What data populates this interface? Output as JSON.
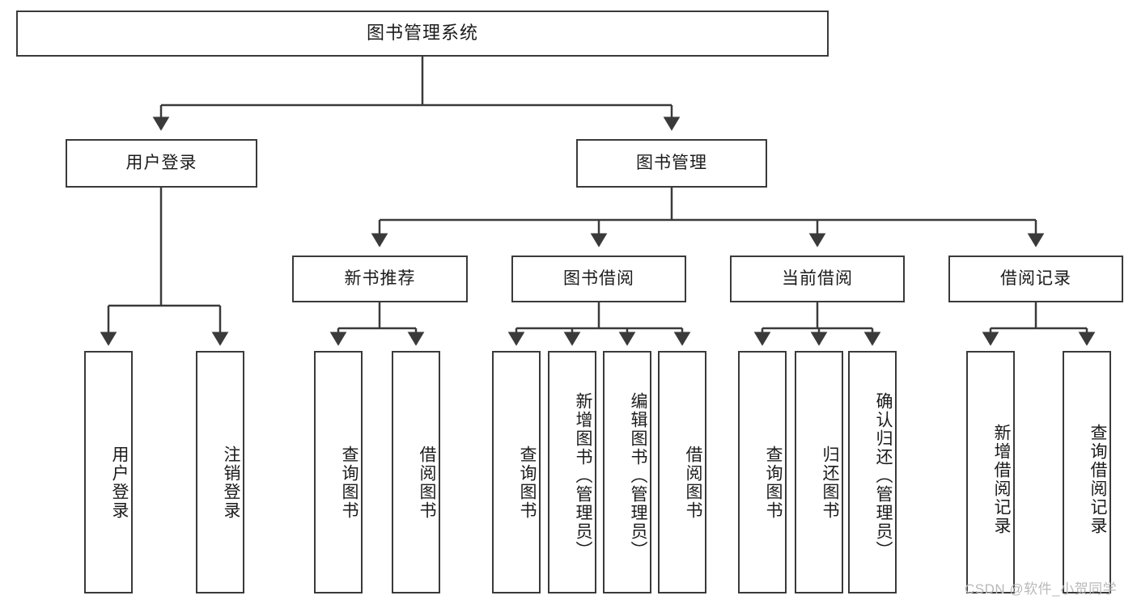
{
  "diagram": {
    "title": "图书管理系统",
    "type": "tree",
    "watermark": "CSDN @软件_小贺同学",
    "colors": {
      "border": "#3a3a3a",
      "fill": "#ffffff",
      "edge": "#3a3a3a",
      "text": "#1b1b1b",
      "watermark": "#b9b9b9"
    },
    "root": {
      "label": "图书管理系统"
    },
    "level2": [
      {
        "label": "用户登录"
      },
      {
        "label": "图书管理"
      }
    ],
    "level3": [
      {
        "label": "新书推荐"
      },
      {
        "label": "图书借阅"
      },
      {
        "label": "当前借阅"
      },
      {
        "label": "借阅记录"
      }
    ],
    "leaves": {
      "user_login": [
        {
          "label": "用户登录"
        },
        {
          "label": "注销登录"
        }
      ],
      "new_book": [
        {
          "label": "查询图书"
        },
        {
          "label": "借阅图书"
        }
      ],
      "book_borrow": [
        {
          "label": "查询图书"
        },
        {
          "label": "新增图书（管理员）"
        },
        {
          "label": "编辑图书（管理员）"
        },
        {
          "label": "借阅图书"
        }
      ],
      "current_borrow": [
        {
          "label": "查询图书"
        },
        {
          "label": "归还图书"
        },
        {
          "label": "确认归还（管理员）"
        }
      ],
      "borrow_record": [
        {
          "label": "新增借阅记录"
        },
        {
          "label": "查询借阅记录"
        }
      ]
    }
  }
}
